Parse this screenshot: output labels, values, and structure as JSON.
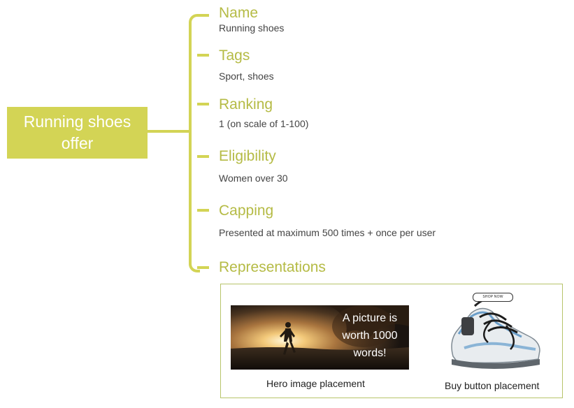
{
  "root": {
    "label": "Running shoes offer"
  },
  "attributes": [
    {
      "label": "Name",
      "value": "Running shoes"
    },
    {
      "label": "Tags",
      "value": "Sport, shoes"
    },
    {
      "label": "Ranking",
      "value": "1 (on scale of 1-100)"
    },
    {
      "label": "Eligibility",
      "value": "Women over 30"
    },
    {
      "label": "Capping",
      "value": "Presented at maximum 500 times + once per user"
    },
    {
      "label": "Representations",
      "value": ""
    }
  ],
  "representations": {
    "hero": {
      "image_text": "A picture is worth 1000 words!",
      "caption": "Hero image placement"
    },
    "buy_button": {
      "button_text": "SHOP NOW",
      "caption": "Buy button placement"
    }
  },
  "colors": {
    "accent": "#d3d455",
    "label_text": "#b5bb45",
    "value_text": "#444444",
    "box_border": "#b7c46a"
  },
  "icons": [
    "hero-runner-image",
    "running-shoe-image"
  ]
}
